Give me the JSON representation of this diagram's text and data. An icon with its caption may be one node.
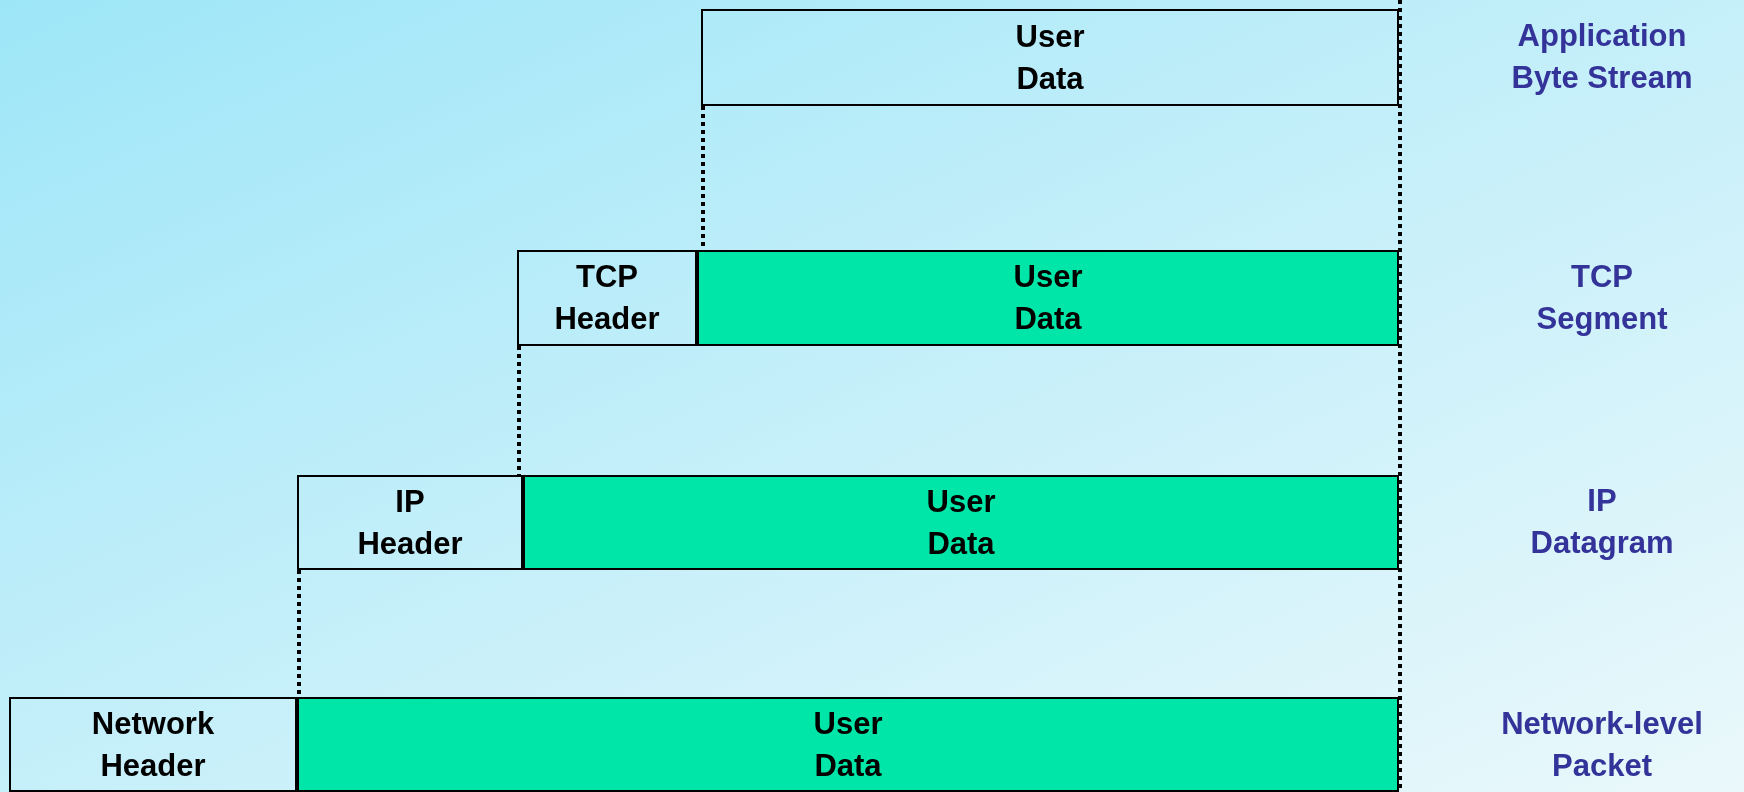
{
  "diagram": {
    "nodes": [
      {
        "text": [
          "User Data"
        ]
      },
      {
        "text": [
          "TCP Header"
        ]
      },
      {
        "text": [
          "User Data"
        ]
      },
      {
        "text": [
          "IP Header"
        ]
      },
      {
        "text": [
          "User Data"
        ]
      },
      {
        "text": [
          "Network Header"
        ]
      },
      {
        "text": [
          "User Data"
        ]
      }
    ],
    "edges": [
      {
        "from": 0,
        "to": 2,
        "arrow": "none",
        "style": "dashed"
      },
      {
        "from": 1,
        "to": 3,
        "arrow": "none",
        "style": "dashed"
      },
      {
        "from": 3,
        "to": 5,
        "arrow": "none",
        "style": "dashed"
      }
    ],
    "labels": [
      "Application Byte Stream",
      "TCP Segment",
      "IP Datagram",
      "Network-level Packet"
    ]
  }
}
